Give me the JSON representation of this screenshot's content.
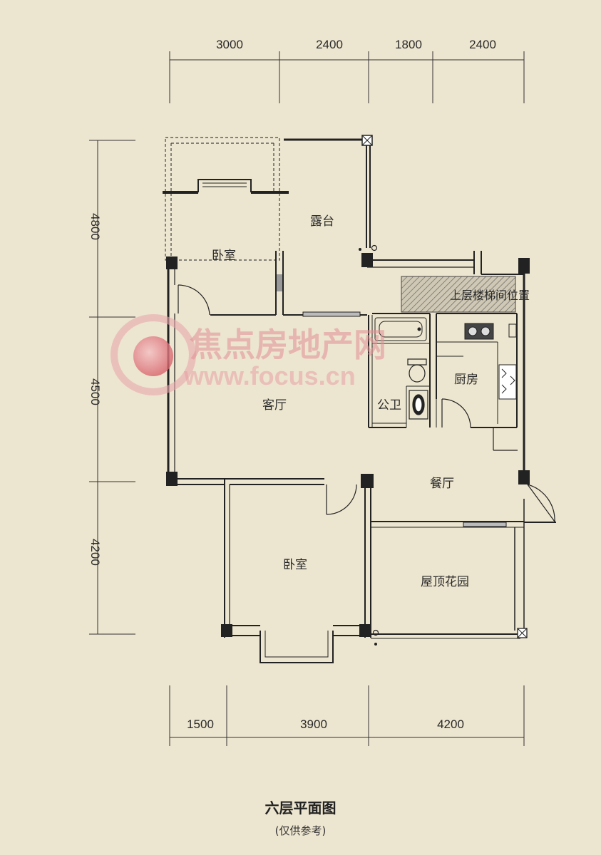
{
  "dimensions": {
    "top": [
      "3000",
      "2400",
      "1800",
      "2400"
    ],
    "left": [
      "4800",
      "4500",
      "4200"
    ],
    "bottom": [
      "1500",
      "3900",
      "4200"
    ]
  },
  "rooms": {
    "bedroom_top": "卧室",
    "terrace": "露台",
    "stairwell": "上层楼梯间位置",
    "living_room": "客厅",
    "kitchen": "厨房",
    "bathroom": "公卫",
    "dining_room": "餐厅",
    "bedroom_bottom": "卧室",
    "roof_garden": "屋顶花园"
  },
  "watermark": {
    "text": "焦点房地产网",
    "url": "www.focus.cn"
  },
  "caption": {
    "title": "六层平面图",
    "note": "(仅供参考)"
  },
  "colors": {
    "wall": "#222222",
    "background": "#ece5cf",
    "watermark": "#e28f95"
  }
}
